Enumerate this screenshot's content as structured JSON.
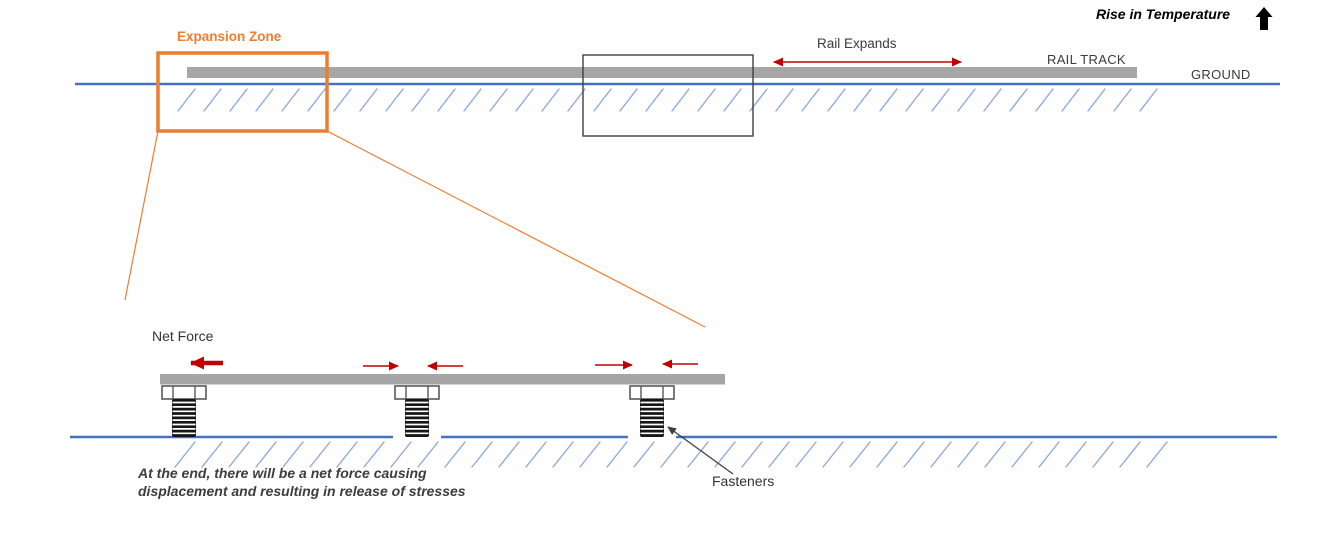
{
  "colors": {
    "rail_gray": "#A6A6A6",
    "ground_blue": "#4472C4",
    "hatch_blue": "#8EA9DB",
    "accent_orange": "#ED7D31",
    "arrow_red": "#C00000",
    "box_outline": "#404040",
    "text_dark": "#3B3B3B"
  },
  "overview": {
    "expansion_zone_label": "Expansion Zone",
    "rail_expands_label": "Rail Expands",
    "rail_track_label": "RAIL TRACK",
    "ground_label": "GROUND",
    "temperature_label": "Rise in Temperature",
    "temperature_arrow_icon": "up-arrow"
  },
  "detail": {
    "net_force_label": "Net Force",
    "fasteners_label": "Fasteners",
    "caption_line1": "At the end, there will be a net force causing",
    "caption_line2": "displacement and resulting in release of stresses"
  }
}
